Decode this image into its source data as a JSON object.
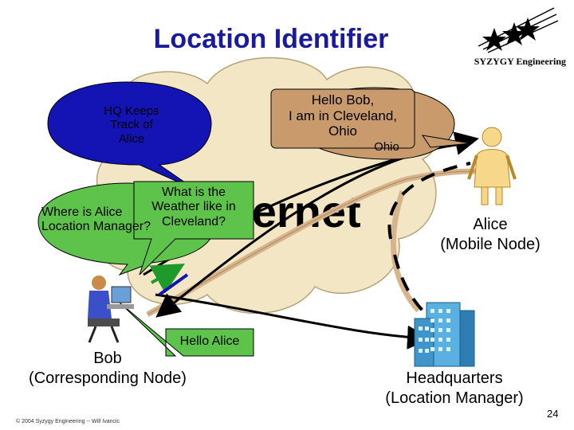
{
  "title": "Location Identifier",
  "brand": "SYZYGY Engineering",
  "cloud_label": "Internet",
  "bubbles": {
    "hq_keeps_track": "HQ Keeps\nTrack of\nAlice",
    "hello_bob": "Hello Bob,\nI am in Cleveland,\nOhio",
    "hello_bob_shadow": "Ohio",
    "weather": "What is the\nWeather like in\nCleveland?",
    "where_is_alice": "Where is Alice\nLocation Manager?",
    "hello_alice": "Hello Alice"
  },
  "nodes": {
    "alice": "Alice\n(Mobile Node)",
    "bob": "Bob\n(Corresponding Node)",
    "hq": "Headquarters\n(Location Manager)"
  },
  "footer": "© 2004 Syzygy Engineering  -- Will Ivancic",
  "page_number": "24",
  "colors": {
    "title": "#1a1a9c",
    "cloud": "#f3e6c4",
    "cloud_stroke": "#b3a37a",
    "blue_bubble": "#1414b4",
    "green_bubble": "#5ec34a",
    "tan_bubble": "#c99a6b",
    "tan_path": "#d8b48c",
    "green_arrow": "#1f9a2a"
  },
  "icons": [
    "stars-logo-icon",
    "alice-person-icon",
    "bob-computer-user-icon",
    "hq-building-icon"
  ]
}
